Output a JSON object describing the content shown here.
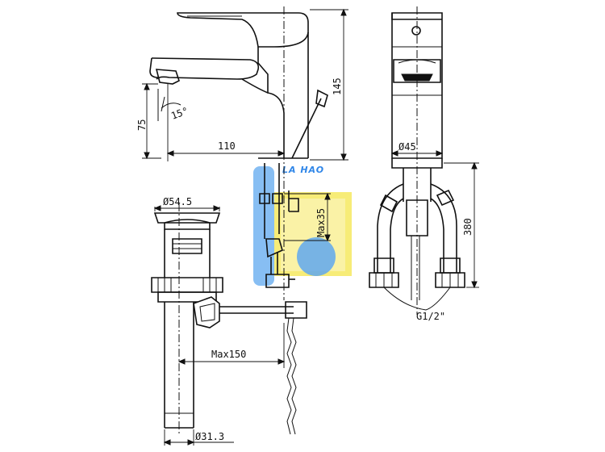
{
  "dimensions": {
    "spout_height": "75",
    "spout_reach": "110",
    "faucet_height": "145",
    "tilt_angle": "15°",
    "body_diameter": "Ø45",
    "pop_up_head_diameter": "Ø54.5",
    "pop_up_rod_max": "Max35",
    "drain_to_rod_max": "Max150",
    "drain_tail_diameter": "Ø31.3",
    "total_hose_length": "380",
    "connection_thread": "G1/2\""
  },
  "watermark": {
    "text": "LA HAO",
    "colors": {
      "blue": "#4a90e2",
      "yellow": "#f2e33a"
    }
  }
}
